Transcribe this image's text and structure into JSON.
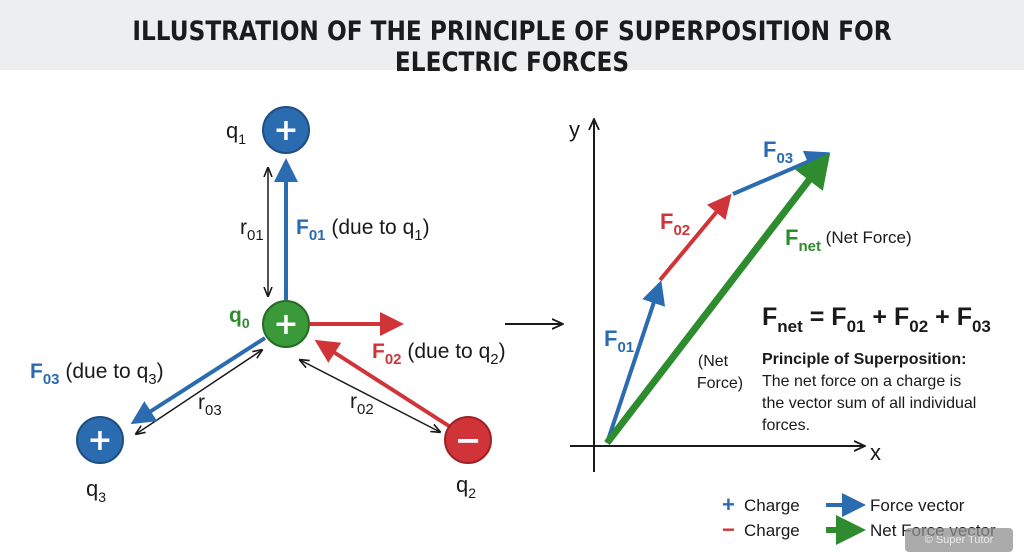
{
  "title": "ILLUSTRATION OF THE PRINCIPLE OF SUPERPOSITION FOR ELECTRIC FORCES",
  "colors": {
    "blue": "#2b6cb0",
    "red": "#d13438",
    "green": "#2e8b2e",
    "header_bg": "#eceef0"
  },
  "charges": {
    "q0": {
      "base": "q",
      "sub": "0",
      "sign": "+"
    },
    "q1": {
      "base": "q",
      "sub": "1",
      "sign": "+"
    },
    "q2": {
      "base": "q",
      "sub": "2",
      "sign": "−"
    },
    "q3": {
      "base": "q",
      "sub": "3",
      "sign": "+"
    }
  },
  "distances": {
    "r01": {
      "base": "r",
      "sub": "01"
    },
    "r02": {
      "base": "r",
      "sub": "02"
    },
    "r03": {
      "base": "r",
      "sub": "03"
    }
  },
  "forces": {
    "f01": {
      "base": "F",
      "sub": "01",
      "desc_pre": " (due to q",
      "desc_sub": "1",
      "desc_post": ")"
    },
    "f02": {
      "base": "F",
      "sub": "02",
      "desc_pre": " (due to q",
      "desc_sub": "2",
      "desc_post": ")"
    },
    "f03": {
      "base": "F",
      "sub": "03",
      "desc_pre": " (due to q",
      "desc_sub": "3",
      "desc_post": ")"
    }
  },
  "vector_diagram": {
    "y_axis": "y",
    "x_axis": "x",
    "f01": {
      "base": "F",
      "sub": "01"
    },
    "f02": {
      "base": "F",
      "sub": "02"
    },
    "f03": {
      "base": "F",
      "sub": "03"
    },
    "fnet": {
      "base": "F",
      "sub": "net",
      "suffix": " (Net Force)"
    },
    "net_force_note_line1": "(Net",
    "net_force_note_line2": "Force)"
  },
  "equation": {
    "lhs_base": "F",
    "lhs_sub": "net",
    "eq": " = ",
    "t1_base": "F",
    "t1_sub": "01",
    "plus1": " + ",
    "t2_base": "F",
    "t2_sub": "02",
    "plus2": " + ",
    "t3_base": "F",
    "t3_sub": "03"
  },
  "principle": {
    "heading": "Principle of Superposition:",
    "line1": "The net force on a charge is",
    "line2": "the vector sum of all individual",
    "line3": "forces."
  },
  "legend": {
    "plus_symbol": "+",
    "minus_symbol": "−",
    "plus_label": "Charge",
    "minus_label": "Charge",
    "force_label": "Force vector",
    "net_label": "Net Force vector"
  },
  "watermark": "© Super Tutor"
}
